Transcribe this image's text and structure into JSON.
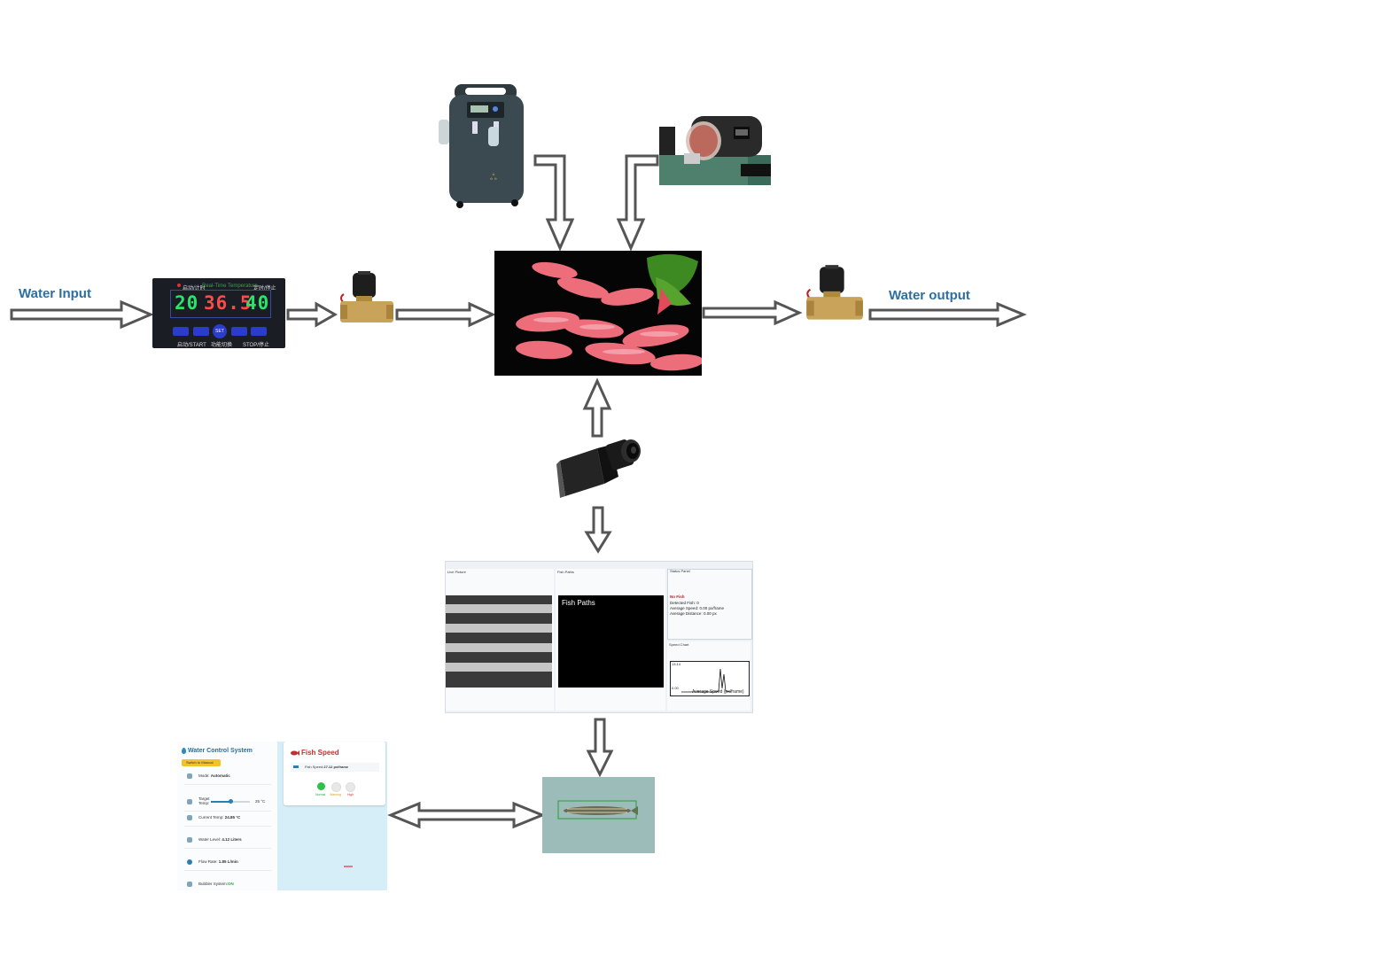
{
  "labels": {
    "water_input": "Water Input",
    "water_output": "Water output"
  },
  "thermostat": {
    "header_left": "启动/计时",
    "header_mid": "Real-Time Temperature",
    "header_right": "定时/停止",
    "display_left": "20",
    "display_mid": "36.5",
    "display_right": "40",
    "set_button": "SET",
    "btn_start": "启动/START",
    "btn_func": "功能切换",
    "btn_stop": "STOP/停止",
    "digit_colors": {
      "left": "#2be36a",
      "mid": "#ff4a4a",
      "right": "#2be36a"
    }
  },
  "software": {
    "panel_live": "Live Picture",
    "panel_paths": "Fish Paths",
    "paths_canvas_title": "Fish Paths",
    "panel_status": "Status Panel",
    "status_lines": [
      "No Fish",
      "Detected Fish: 0",
      "Average Speed: 0.00 px/frame",
      "Average Distance: 0.00 px"
    ],
    "panel_chart": "Speed Chart",
    "chart": {
      "y_max_label": "13.14",
      "y_min_label": "0.00",
      "x_label": "Average Speed (px/frame)"
    }
  },
  "dashboard": {
    "title": "Water Control System",
    "switch_button": "Switch to Manual",
    "rows": [
      {
        "label": "Mode:",
        "value": "Automatic"
      },
      {
        "label": "Target Temp:",
        "value": "25 °C"
      },
      {
        "label": "Current Temp:",
        "value": "24.85 °C"
      },
      {
        "label": "Water Level:",
        "value": "4.12 Liters"
      },
      {
        "label": "Flow Rate:",
        "value": "1.85 L/min"
      },
      {
        "label": "Bubbler System:",
        "value": "ON"
      }
    ],
    "target_temp_fraction": 0.5,
    "fish_speed_title": "Fish Speed",
    "fish_speed_label": "Fish Speed:",
    "fish_speed_value": "27.12 px/frame",
    "lamps": [
      "Normal",
      "Warning",
      "High"
    ],
    "lamp_colors": [
      "#2fc24b",
      "#e8e8e8",
      "#e8e8e8"
    ],
    "lamp_text_colors": [
      "#2fa844",
      "#d8a020",
      "#d04040"
    ]
  },
  "colors": {
    "label_blue": "#2e6fa0",
    "arrow_fill": "#ffffff",
    "arrow_stroke": "#555555"
  }
}
